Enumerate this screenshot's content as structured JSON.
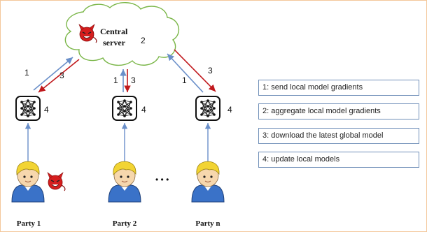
{
  "server": {
    "title_line1": "Central",
    "title_line2": "server",
    "step": "2"
  },
  "parties": [
    {
      "label": "Party 1",
      "up_step": "1",
      "down_step": "3",
      "update_step": "4"
    },
    {
      "label": "Party 2",
      "up_step": "1",
      "down_step": "3",
      "update_step": "4"
    },
    {
      "label": "Party n",
      "up_step": "1",
      "down_step": "3",
      "update_step": "4"
    }
  ],
  "ellipsis": "• • •",
  "legend": [
    "1: send local model gradients",
    "2: aggregate local model gradients",
    "3: download the latest global model",
    "4: update local models"
  ],
  "colors": {
    "send_arrow": "#6a8fc9",
    "download_arrow": "#c0181c",
    "cloud_stroke": "#7ab648",
    "legend_border": "#6f8fb8",
    "frame_border": "#f3c79a"
  },
  "icons": [
    "cloud-icon",
    "devil-icon",
    "neural-network-icon",
    "person-icon"
  ]
}
